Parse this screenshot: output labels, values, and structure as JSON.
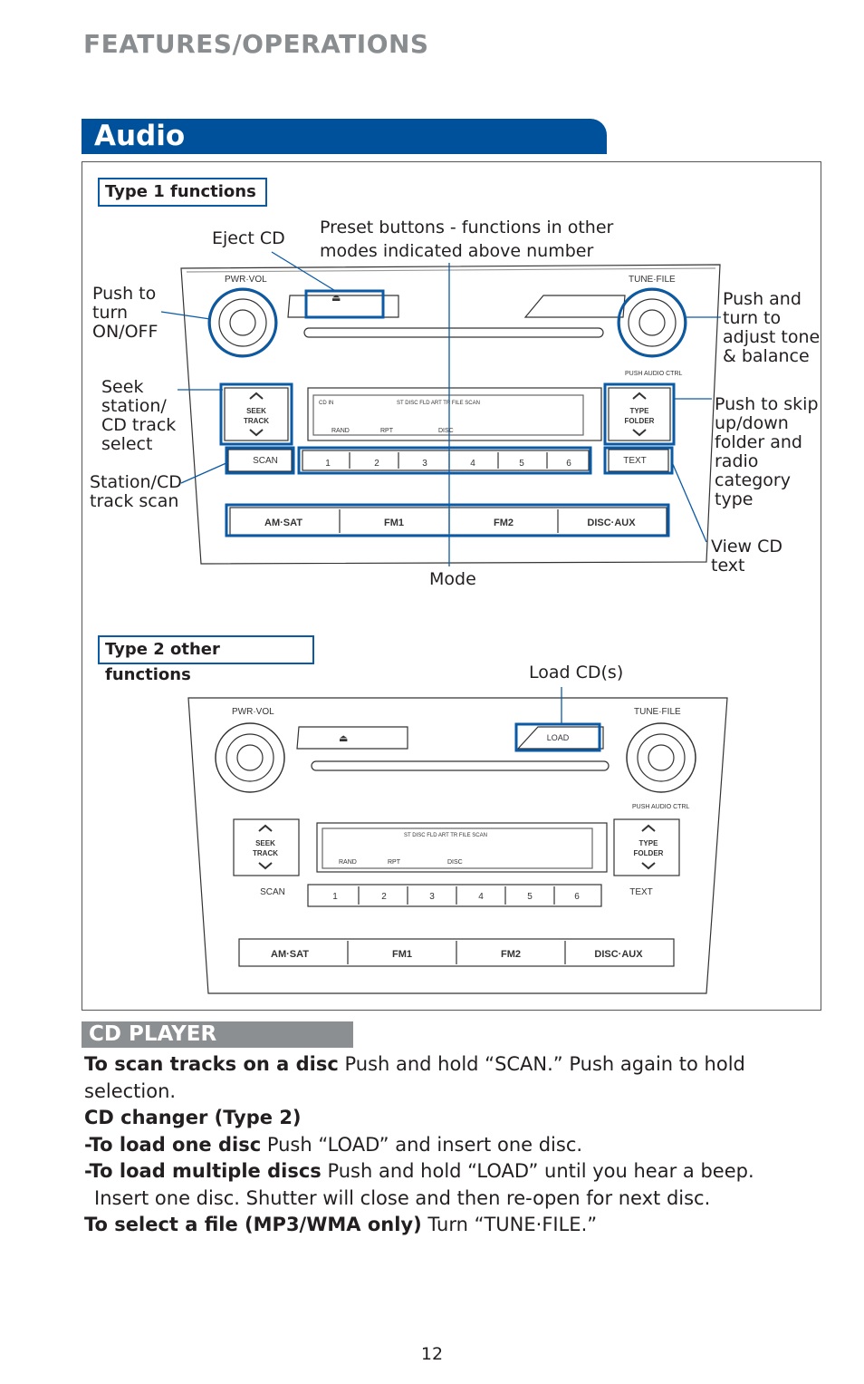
{
  "header": {
    "section": "FEATURES/OPERATIONS"
  },
  "audio": {
    "title": "Audio"
  },
  "type1": {
    "tag": "Type 1 functions",
    "labels": {
      "eject": "Eject CD",
      "preset_line1": "Preset buttons - functions in other",
      "preset_line2": "modes indicated above number",
      "push_on_1": "Push to",
      "push_on_2": "turn",
      "push_on_3": "ON/OFF",
      "tone_1": "Push and",
      "tone_2": "turn to",
      "tone_3": "adjust tone",
      "tone_4": "& balance",
      "seek_1": "Seek",
      "seek_2": "station/",
      "seek_3": "CD track",
      "seek_4": "select",
      "skip_1": "Push to skip",
      "skip_2": "up/down",
      "skip_3": "folder and",
      "skip_4": "radio",
      "skip_5": "category",
      "skip_6": "type",
      "scan_1": "Station/CD",
      "scan_2": "track scan",
      "view_1": "View CD",
      "view_2": "text",
      "mode": "Mode"
    }
  },
  "type2": {
    "tag": "Type 2 other functions",
    "labels": {
      "load": "Load CD(s)"
    }
  },
  "radio": {
    "pwr_vol": "PWR·VOL",
    "tune_file": "TUNE·FILE",
    "push_audio_ctrl": "PUSH AUDIO CTRL",
    "seek_track_1": "SEEK",
    "seek_track_2": "TRACK",
    "type_folder_1": "TYPE",
    "type_folder_2": "FOLDER",
    "scan": "SCAN",
    "text": "TEXT",
    "load": "LOAD",
    "presets": [
      "1",
      "2",
      "3",
      "4",
      "5",
      "6"
    ],
    "modes": [
      "AM·SAT",
      "FM1",
      "FM2",
      "DISC·AUX"
    ],
    "display": {
      "cd_in": "CD IN",
      "top": "ST   DISC       FLD  ART  TR   FILE                      SCAN",
      "rand": "RAND",
      "rpt": "RPT",
      "disc": "DISC"
    }
  },
  "cd_player": {
    "title": "CD PLAYER",
    "scan_bold": "To scan tracks on a disc",
    "scan_text": " Push and hold “SCAN.” Push again to hold",
    "scan_text2": "selection.",
    "changer": "CD changer (Type 2)",
    "load_one_bold": "-To load one disc",
    "load_one_text": " Push “LOAD” and insert one disc.",
    "load_multi_bold": "-To load multiple discs",
    "load_multi_text": " Push and hold “LOAD” until you hear a beep.",
    "load_multi_text2": "Insert one disc. Shutter will close and then re-open for next disc.",
    "file_bold": "To select a file (MP3/WMA only)",
    "file_text": " Turn “TUNE·FILE.”"
  },
  "page_number": "12",
  "colors": {
    "accent": "#00519c",
    "highlight": "#0a5aa6",
    "gray_bar": "#8c8f92",
    "header_gray": "#8a8d90"
  }
}
